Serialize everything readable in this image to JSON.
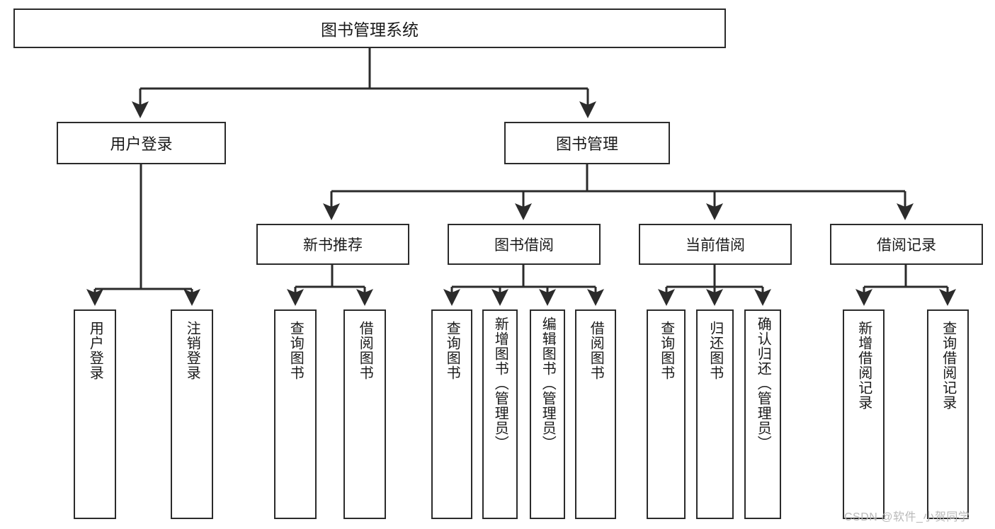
{
  "diagram": {
    "title": "图书管理系统",
    "type": "tree-hierarchy",
    "root": {
      "id": "root",
      "label": "图书管理系统"
    },
    "level2": [
      {
        "id": "user-login",
        "label": "用户登录"
      },
      {
        "id": "book-manage",
        "label": "图书管理"
      }
    ],
    "level3": [
      {
        "id": "new-book-rec",
        "label": "新书推荐",
        "parent": "book-manage"
      },
      {
        "id": "book-borrow",
        "label": "图书借阅",
        "parent": "book-manage"
      },
      {
        "id": "current-borrow",
        "label": "当前借阅",
        "parent": "book-manage"
      },
      {
        "id": "borrow-record",
        "label": "借阅记录",
        "parent": "book-manage"
      }
    ],
    "leaves": [
      {
        "id": "leaf-user-login",
        "label": "用户登录",
        "parent": "user-login"
      },
      {
        "id": "leaf-user-logout",
        "label": "注销登录",
        "parent": "user-login"
      },
      {
        "id": "leaf-query-book-1",
        "label": "查询图书",
        "parent": "new-book-rec"
      },
      {
        "id": "leaf-borrow-book-1",
        "label": "借阅图书",
        "parent": "new-book-rec"
      },
      {
        "id": "leaf-query-book-2",
        "label": "查询图书",
        "parent": "book-borrow"
      },
      {
        "id": "leaf-add-book",
        "label": "新增图书（管理员）",
        "parent": "book-borrow"
      },
      {
        "id": "leaf-edit-book",
        "label": "编辑图书（管理员）",
        "parent": "book-borrow"
      },
      {
        "id": "leaf-borrow-book-2",
        "label": "借阅图书",
        "parent": "book-borrow"
      },
      {
        "id": "leaf-query-book-3",
        "label": "查询图书",
        "parent": "current-borrow"
      },
      {
        "id": "leaf-return-book",
        "label": "归还图书",
        "parent": "current-borrow"
      },
      {
        "id": "leaf-confirm-return",
        "label": "确认归还（管理员）",
        "parent": "current-borrow"
      },
      {
        "id": "leaf-add-record",
        "label": "新增借阅记录",
        "parent": "borrow-record"
      },
      {
        "id": "leaf-query-record",
        "label": "查询借阅记录",
        "parent": "borrow-record"
      }
    ],
    "colors": {
      "border": "#2b2b2b",
      "text": "#1a1a1a",
      "background": "#ffffff",
      "watermark": "#b9b9b9"
    }
  },
  "watermark": {
    "text": "CSDN @软件_小贺同学"
  }
}
